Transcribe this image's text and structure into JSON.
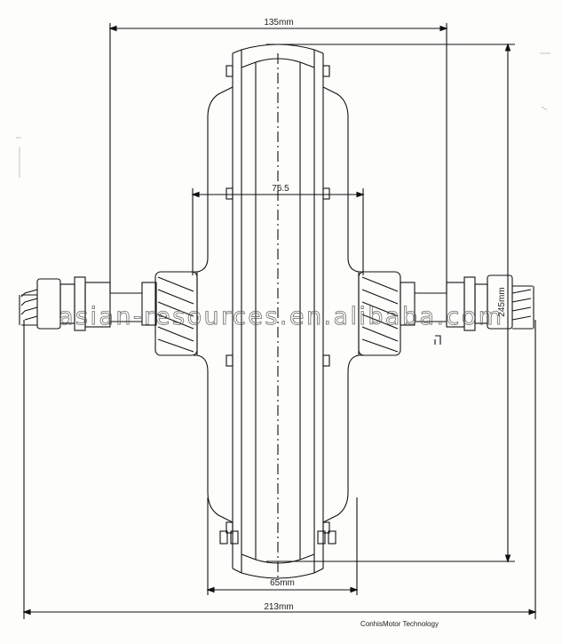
{
  "drawing": {
    "dimensions": {
      "top_width": "135mm",
      "inner_width": "76.5",
      "height": "245mm",
      "rim_width": "65mm",
      "overall_width": "213mm"
    },
    "watermark": "asian-resources.en.alibaba.com",
    "credit": "ConhisMotor Technology"
  },
  "colors": {
    "line": "#111111",
    "paper": "#fdfdfb"
  }
}
